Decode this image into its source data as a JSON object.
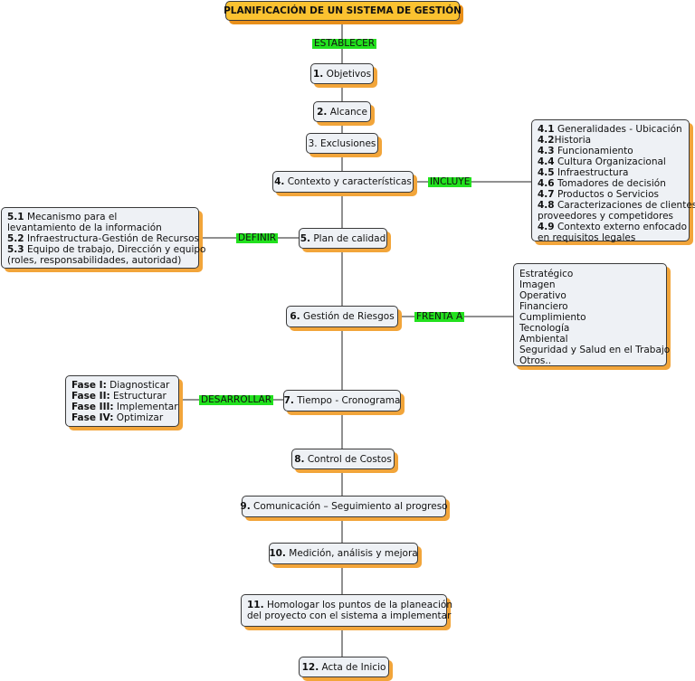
{
  "title": "PLANIFICACIÓN DE UN SISTEMA DE GESTIÓN",
  "connector_labels": {
    "establecer": "ESTABLECER",
    "incluye": "INCLUYE",
    "definir": "DEFINIR",
    "frenta_a": "FRENTA A",
    "desarrollar": "DESARROLLAR"
  },
  "steps": [
    {
      "num": "1.",
      "text": " Objetivos"
    },
    {
      "num": "2.",
      "text": " Alcance"
    },
    {
      "num": "",
      "text": "3. Exclusiones"
    },
    {
      "num": "4.",
      "text": " Contexto y características"
    },
    {
      "num": "5.",
      "text": " Plan de calidad"
    },
    {
      "num": "6.",
      "text": " Gestión de Riesgos"
    },
    {
      "num": "7.",
      "text": " Tiempo - Cronograma"
    },
    {
      "num": "8.",
      "text": " Control de Costos"
    },
    {
      "num": "9.",
      "text": " Comunicación – Seguimiento al progreso"
    },
    {
      "num": "10.",
      "text": " Medición, análisis y mejora"
    },
    {
      "num": "11.",
      "text": " Homologar los puntos de la planeación",
      "text2": "del proyecto con el sistema a implementar"
    },
    {
      "num": "12.",
      "text": " Acta de Inicio"
    }
  ],
  "contexto_items": [
    {
      "num": "4.1",
      "text": " Generalidades - Ubicación"
    },
    {
      "num": "4.2",
      "text": "Historia"
    },
    {
      "num": "4.3",
      "text": " Funcionamiento"
    },
    {
      "num": "4.4",
      "text": " Cultura Organizacional"
    },
    {
      "num": "4.5",
      "text": " Infraestructura"
    },
    {
      "num": "4.6",
      "text": " Tomadores de decisión"
    },
    {
      "num": "4.7",
      "text": " Productos o Servicios"
    },
    {
      "num": "4.8",
      "text": " Caracterizaciones de clientes,"
    },
    {
      "num": "",
      "text": "proveedores y competidores"
    },
    {
      "num": "4.9",
      "text": " Contexto externo enfocado"
    },
    {
      "num": "",
      "text": "en requisitos legales"
    }
  ],
  "plan_items": [
    {
      "num": "5.1",
      "text": " Mecanismo para el"
    },
    {
      "num": "",
      "text": "levantamiento de la información"
    },
    {
      "num": "5.2",
      "text": " Infraestructura-Gestión de Recursos"
    },
    {
      "num": "5.3",
      "text": " Equipo de trabajo, Dirección y equipo"
    },
    {
      "num": "",
      "text": "(roles, responsabilidades, autoridad)"
    }
  ],
  "riesgos_items": [
    "Estratégico",
    "Imagen",
    "Operativo",
    "Financiero",
    "Cumplimiento",
    "Tecnología",
    "Ambiental",
    "Seguridad y Salud en el Trabajo",
    "Otros.."
  ],
  "fases_items": [
    {
      "num": "Fase I:",
      "text": " Diagnosticar"
    },
    {
      "num": "Fase II:",
      "text": " Estructurar"
    },
    {
      "num": "Fase III:",
      "text": " Implementar"
    },
    {
      "num": "Fase IV:",
      "text": " Optimizar"
    }
  ],
  "colors": {
    "title_fill": "#fbc230",
    "node_fill": "#eef1f5",
    "shadow": "#f2a53a",
    "label_green": "#22e11e"
  }
}
